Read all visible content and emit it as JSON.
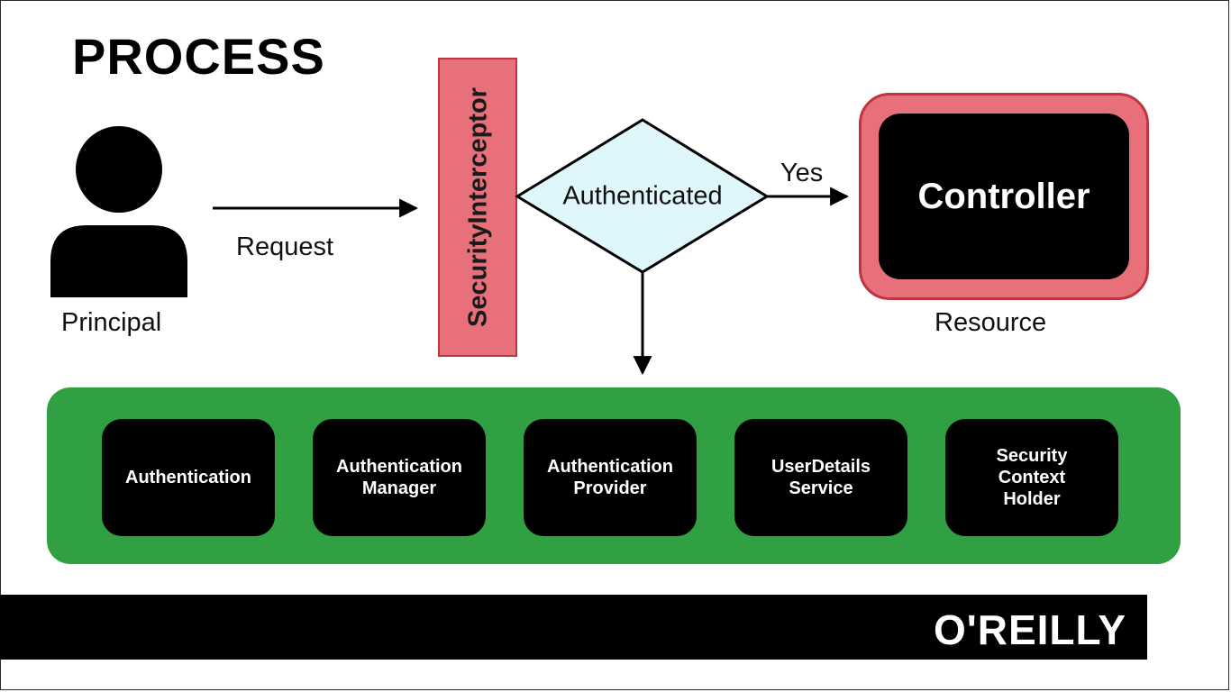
{
  "title": "PROCESS",
  "principal": {
    "label": "Principal",
    "icon": "person-icon"
  },
  "request_label": "Request",
  "interceptor": {
    "label": "SecurityInterceptor",
    "color": "#e8707a"
  },
  "decision": {
    "label": "Authenticated",
    "yes_label": "Yes",
    "fill": "#dff6fb"
  },
  "resource": {
    "controller_label": "Controller",
    "label": "Resource"
  },
  "components": [
    {
      "label": "Authentication"
    },
    {
      "label": "Authentication\nManager"
    },
    {
      "label": "Authentication\nProvider"
    },
    {
      "label": "UserDetails\nService"
    },
    {
      "label": "Security\nContext\nHolder"
    }
  ],
  "components_color": "#31a043",
  "footer": {
    "logo": "O'REILLY"
  }
}
